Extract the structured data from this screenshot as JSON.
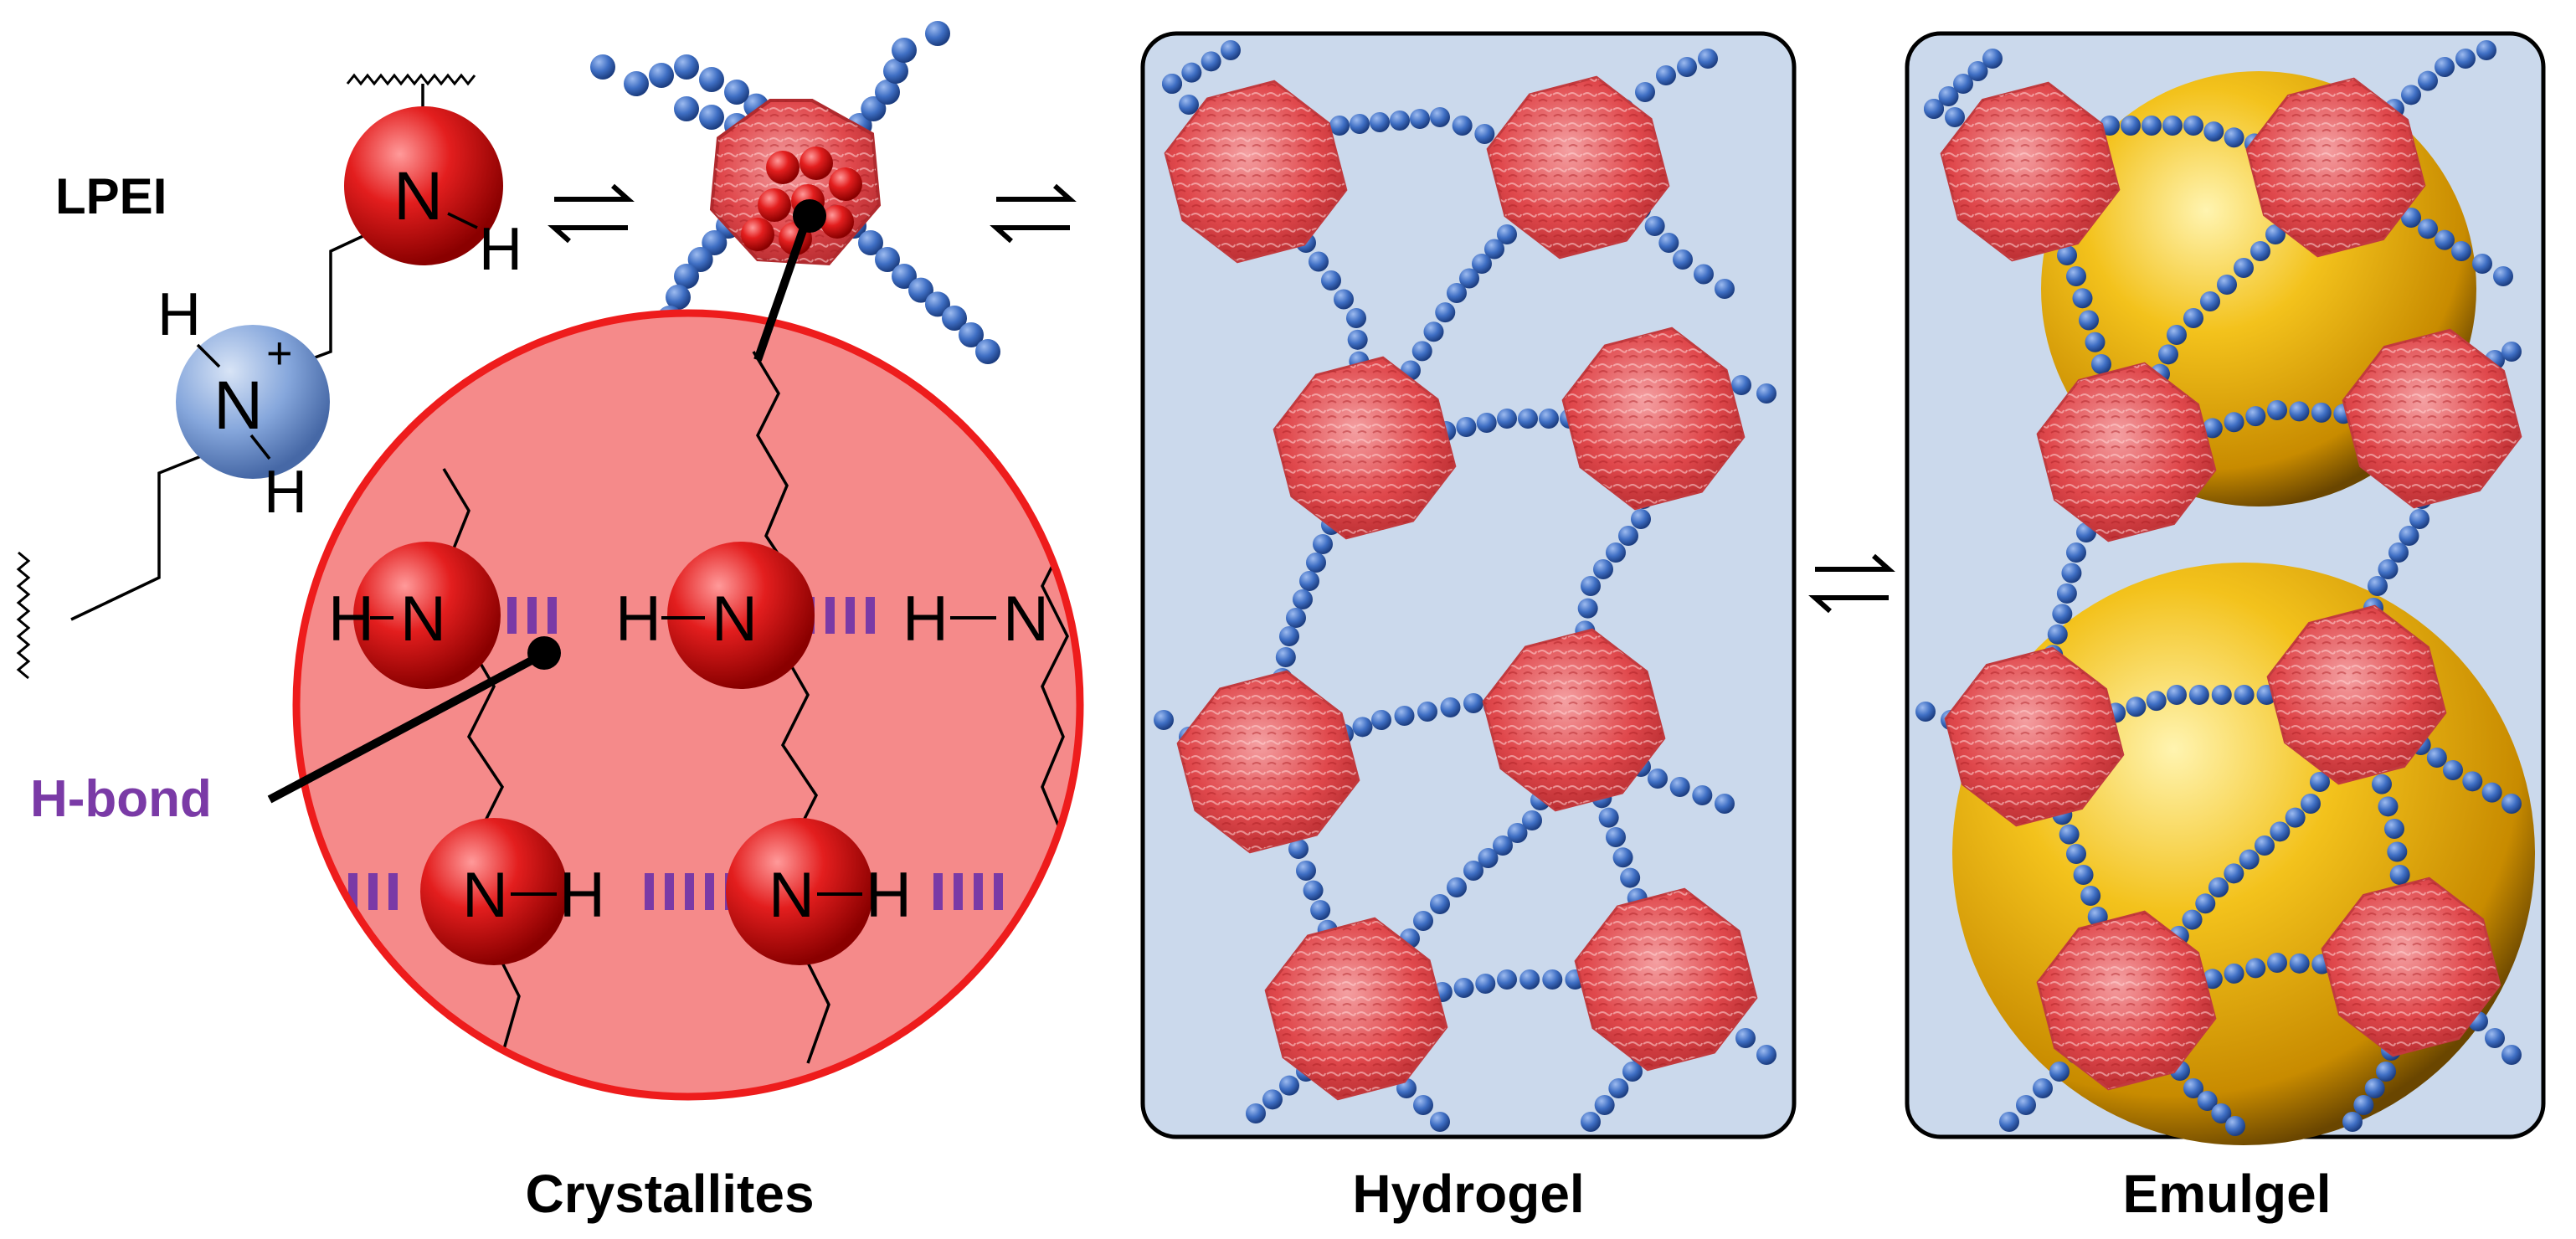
{
  "labels": {
    "lpei": "LPEI",
    "h_bond": "H-bond",
    "crystallites": "Crystallites",
    "hydrogel": "Hydrogel",
    "emulgel": "Emulgel"
  },
  "atoms": {
    "nitrogen": "N",
    "hydrogen": "H",
    "plus": "+"
  },
  "colors": {
    "polymer_bead": "#3f6fc4",
    "crystallite": "#e0484c",
    "nitrogen_sphere": "#e31e1e",
    "charged_n_sphere": "#7ea0d8",
    "zoom_circle_fill": "#f58a8a",
    "zoom_circle_border": "#ee1c1c",
    "panel_fill": "#cbd9ec",
    "hbond": "#7a3aa6",
    "oil_droplet": "#e8b516",
    "text": "#000000"
  },
  "icons": {
    "equilibrium": "equilibrium-arrows-icon"
  }
}
